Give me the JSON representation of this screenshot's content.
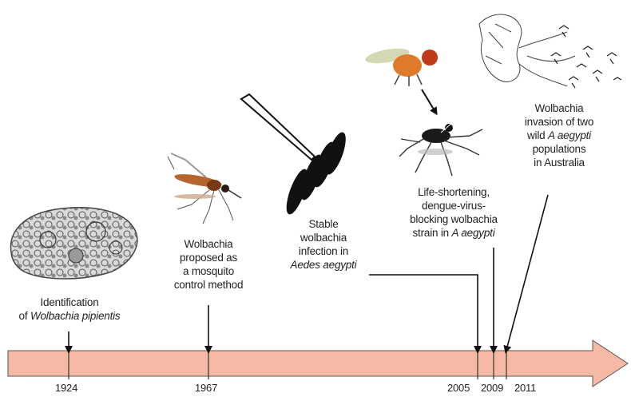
{
  "timeline": {
    "years": [
      "1924",
      "1967",
      "2005",
      "2009",
      "2011"
    ],
    "arrow_color": "#f6b9a5"
  },
  "events": {
    "e1924": {
      "line1": "Identification",
      "line2_prefix": "of ",
      "line2_italic": "Wolbachia pipientis"
    },
    "e1967": {
      "lines": [
        "Wolbachia",
        "proposed as",
        "a mosquito",
        "control method"
      ]
    },
    "e2005": {
      "lines": [
        "Stable",
        "wolbachia",
        "infection in"
      ],
      "italic": "Aedes aegypti"
    },
    "e2009": {
      "lines": [
        "Life-shortening,",
        "dengue-virus-",
        "blocking wolbachia"
      ],
      "last_prefix": "strain in ",
      "last_italic": "A aegypti"
    },
    "e2011": {
      "line1": "Wolbachia",
      "line2": "invasion of two",
      "line3_prefix": "wild ",
      "line3_italic": "A aegypti",
      "line4": "populations",
      "line5": "in Australia"
    }
  },
  "icons": [
    "ovary-cells-icon",
    "mosquito-icon",
    "microinjection-needle-icon",
    "mosquito-eggs-icon",
    "fruit-fly-icon",
    "aedes-mosquito-icon",
    "mosquitoes-swarm-icon"
  ]
}
